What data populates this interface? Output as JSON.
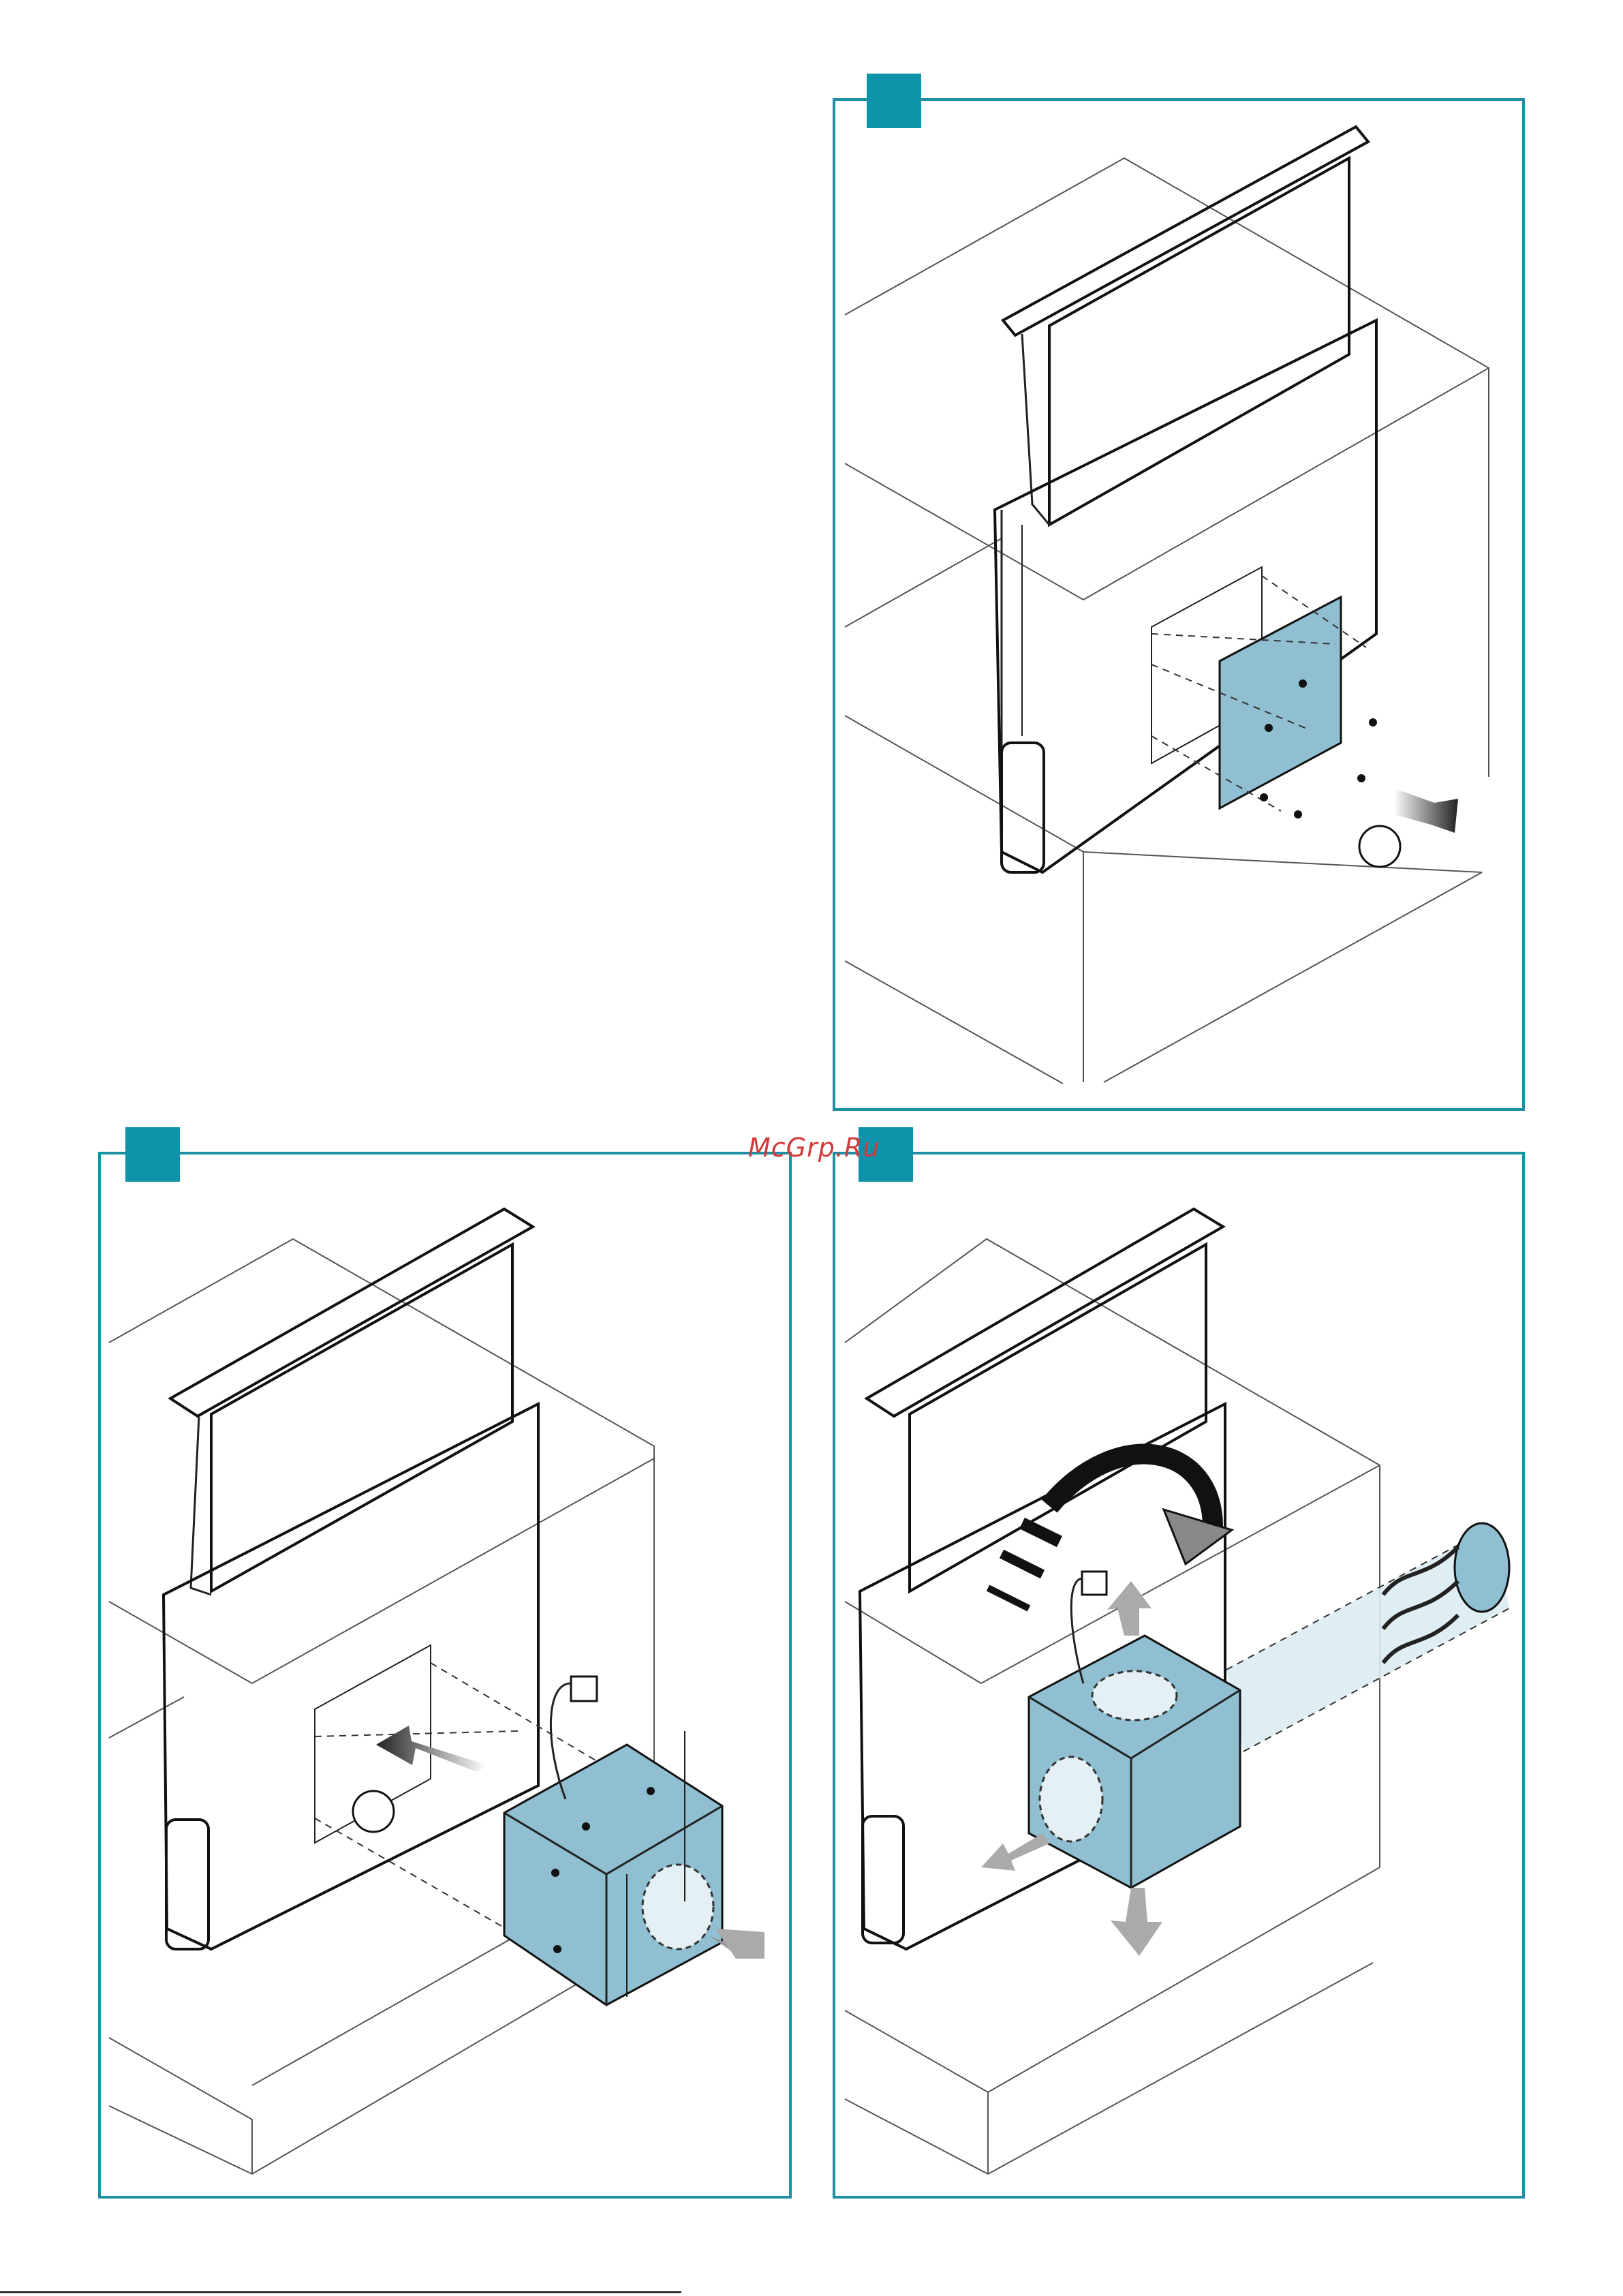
{
  "watermark": {
    "text": "McGrp.Ru"
  },
  "colors": {
    "frame": "#1e8fa3",
    "badge": "#0e93ab",
    "component": "#8fbfd0",
    "duct": "#dcecf2",
    "watermark": "#d23b3b"
  },
  "panels": [
    {
      "id": "top-right",
      "badge_label": ""
    },
    {
      "id": "bottom-left",
      "badge_label": ""
    },
    {
      "id": "bottom-right",
      "badge_label": ""
    }
  ]
}
